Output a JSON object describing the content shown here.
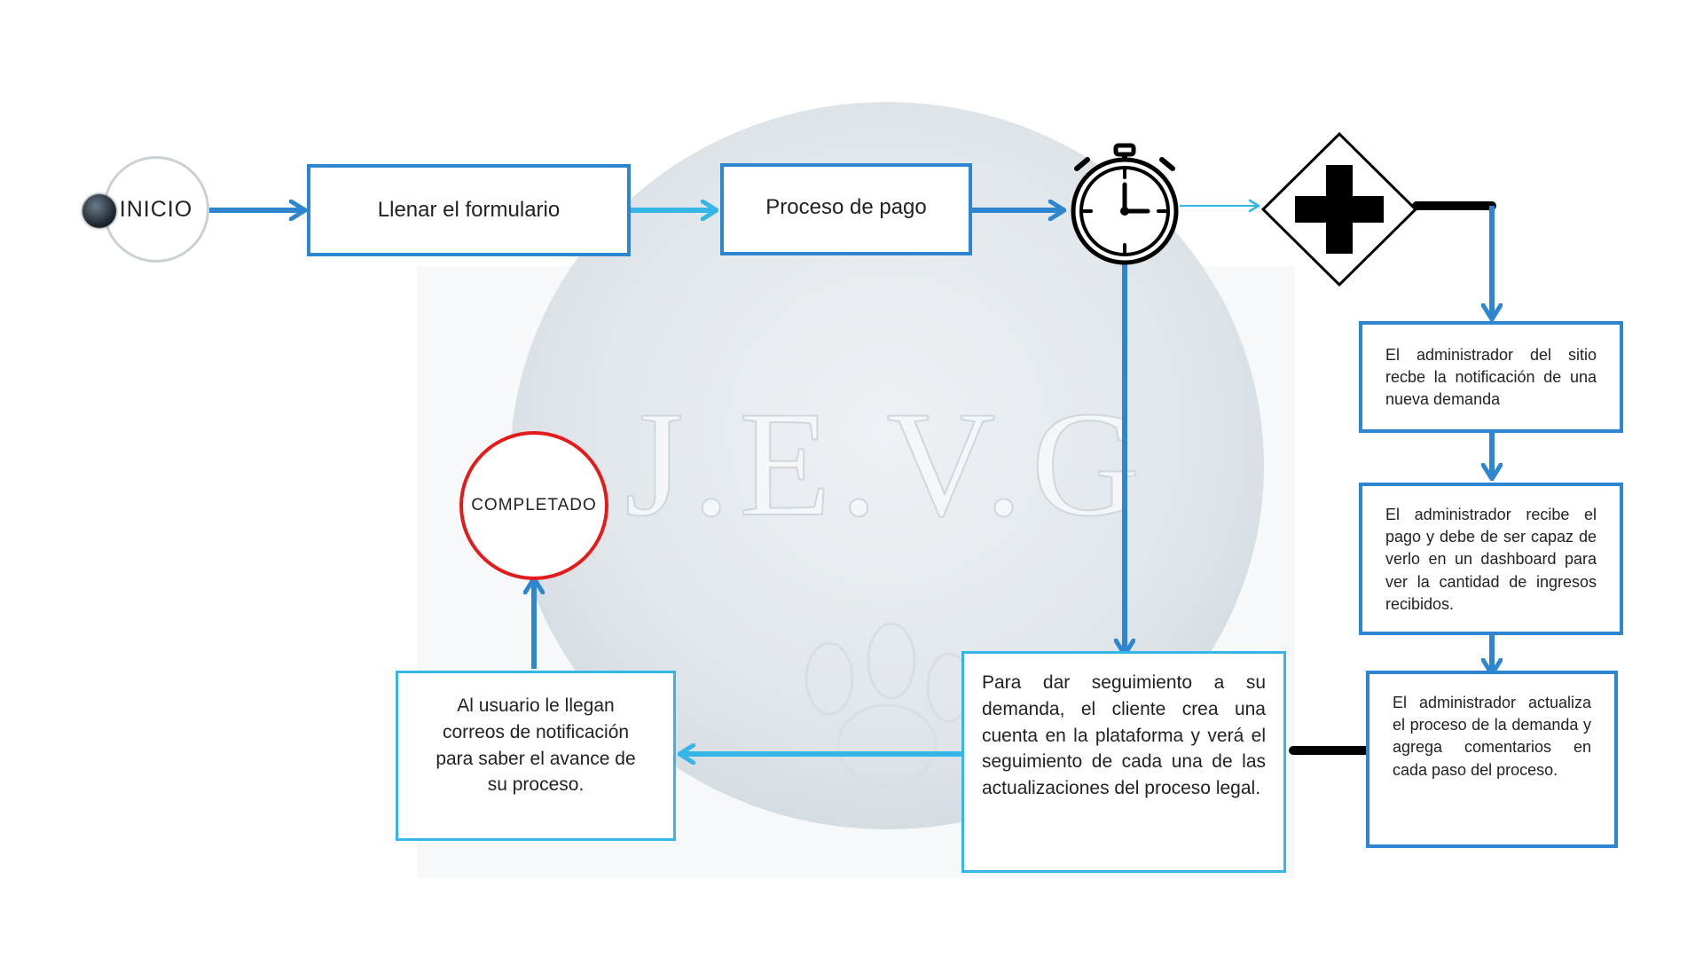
{
  "diagram": {
    "watermark": {
      "letters": "J.E.V.G"
    },
    "nodes": {
      "start": {
        "label": "INICIO",
        "icon": "dark-orb-icon"
      },
      "form": {
        "label": "Llenar el formulario"
      },
      "payment": {
        "label": "Proceso de pago"
      },
      "timer": {
        "icon": "stopwatch-icon"
      },
      "gateway": {
        "icon": "plus-diamond-icon"
      },
      "admin_notice": {
        "label": "El administrador del sitio recbe la notificación de una nueva demanda"
      },
      "admin_payment": {
        "label": "El administrador recibe el pago y debe de ser capaz de verlo en un dashboard para ver la cantidad de ingresos recibidos."
      },
      "admin_update": {
        "label": "El administrador actualiza el proceso de la demanda y agrega comentarios en cada paso del proceso."
      },
      "client_tracking": {
        "label": "Para dar seguimiento a su demanda, el cliente crea una cuenta en la plataforma y verá el seguimiento de cada una de las actualizaciones del proceso legal."
      },
      "notifications": {
        "label": "Al usuario le llegan correos de notificación para saber el avance de su proceso."
      },
      "end": {
        "label": "COMPLETADO"
      }
    },
    "colors": {
      "arrow_blue": "#2f86d0",
      "arrow_cyan": "#35b6e6",
      "end_red": "#e31b1b",
      "start_gray": "#c9d0d6",
      "connector_black": "#000000"
    }
  }
}
